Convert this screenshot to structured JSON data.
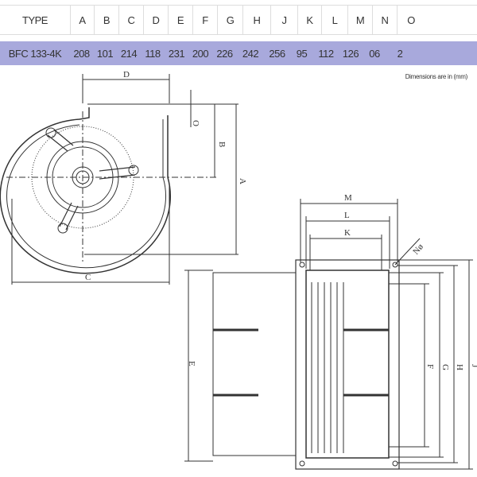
{
  "table": {
    "headers": [
      "TYPE",
      "A",
      "B",
      "C",
      "D",
      "E",
      "F",
      "G",
      "H",
      "J",
      "K",
      "L",
      "M",
      "N",
      "O"
    ],
    "row": [
      "BFC 133-4K",
      "208",
      "101",
      "214",
      "118",
      "231",
      "200",
      "226",
      "242",
      "256",
      "95",
      "112",
      "126",
      "06",
      "2"
    ]
  },
  "note": "Dimensions are in (mm)",
  "drawing_labels": {
    "front": {
      "D": "D",
      "O": "O",
      "B": "B",
      "A": "A",
      "C": "C"
    },
    "side": {
      "M": "M",
      "L": "L",
      "K": "K",
      "N": "Nø",
      "E": "E",
      "F": "F",
      "G": "G",
      "H": "H",
      "J": "J"
    }
  },
  "colors": {
    "row_bg": "#a8a9dc",
    "line": "#333333"
  }
}
